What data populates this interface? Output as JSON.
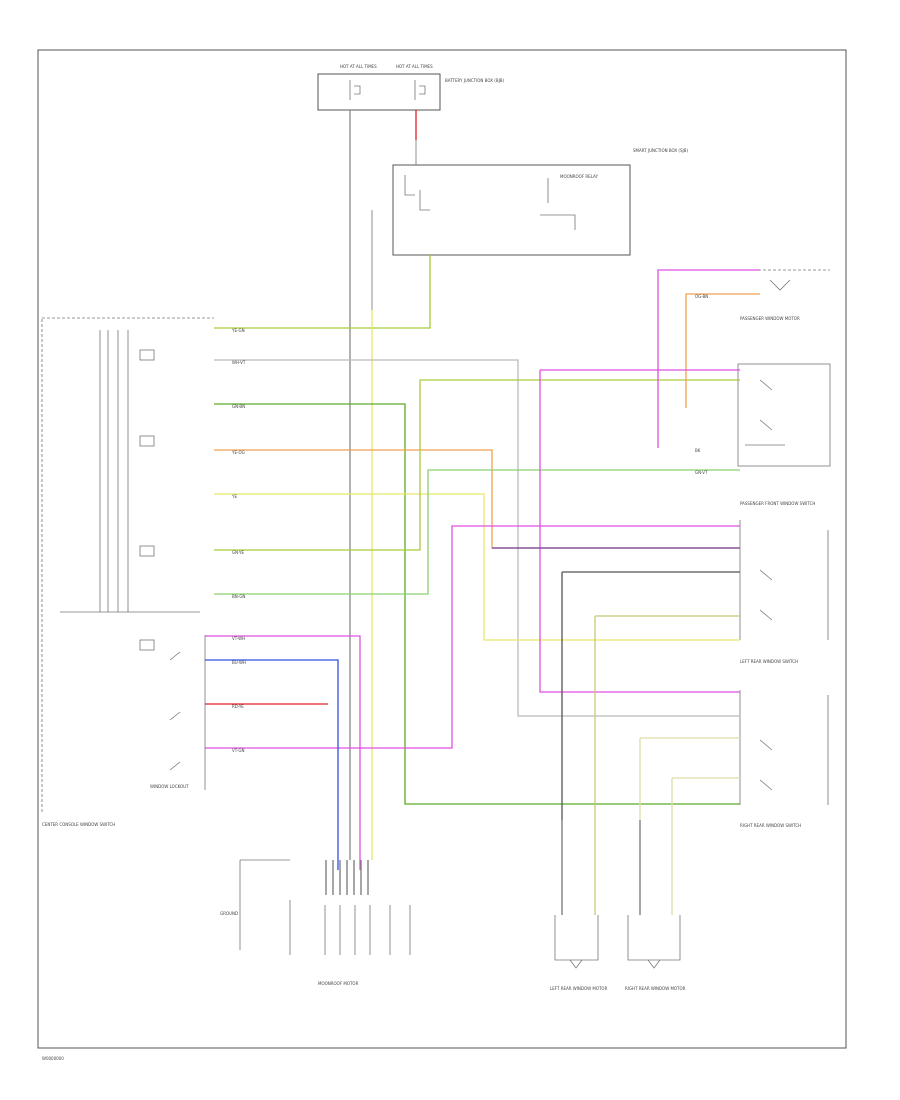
{
  "labels": {
    "hot_at_all_times_1": "HOT AT ALL TIMES",
    "hot_at_all_times_2": "HOT AT ALL TIMES",
    "fuse_label": "BATTERY JUNCTION BOX (BJB)",
    "relay_label": "MOONROOF RELAY",
    "smart_junction_box": "SMART JUNCTION BOX (SJB)",
    "center_console_switch": "CENTER CONSOLE WINDOW SWITCH",
    "passenger_front_switch": "PASSENGER FRONT WINDOW SWITCH",
    "left_rear_switch": "LEFT REAR WINDOW SWITCH",
    "right_rear_switch": "RIGHT REAR WINDOW SWITCH",
    "passenger_motor": "PASSENGER WINDOW MOTOR",
    "left_rear_motor": "LEFT REAR WINDOW MOTOR",
    "right_rear_motor": "RIGHT REAR WINDOW MOTOR",
    "moonroof_motor": "MOONROOF MOTOR",
    "ground": "GROUND",
    "diagram_id": "W0000000",
    "window_lockout": "WINDOW LOCKOUT",
    "wire_colors": [
      "YE-GN",
      "WH-VT",
      "GN-BN",
      "YE-OG",
      "YE",
      "GN-YE",
      "BN-GN",
      "VT-WH",
      "BU-WH",
      "RD-YE",
      "VT-GN",
      "BK",
      "OG-BN",
      "GN-VT"
    ]
  },
  "colors": {
    "yellow": "#e8e86a",
    "yellowgreen": "#a8cc3a",
    "green": "#5aaa28",
    "lightgreen": "#8cd070",
    "magenta": "#e050e0",
    "orange": "#f0a050",
    "blue": "#3050e0",
    "red": "#e02020",
    "violet": "#7040a0",
    "gray": "#777777"
  }
}
